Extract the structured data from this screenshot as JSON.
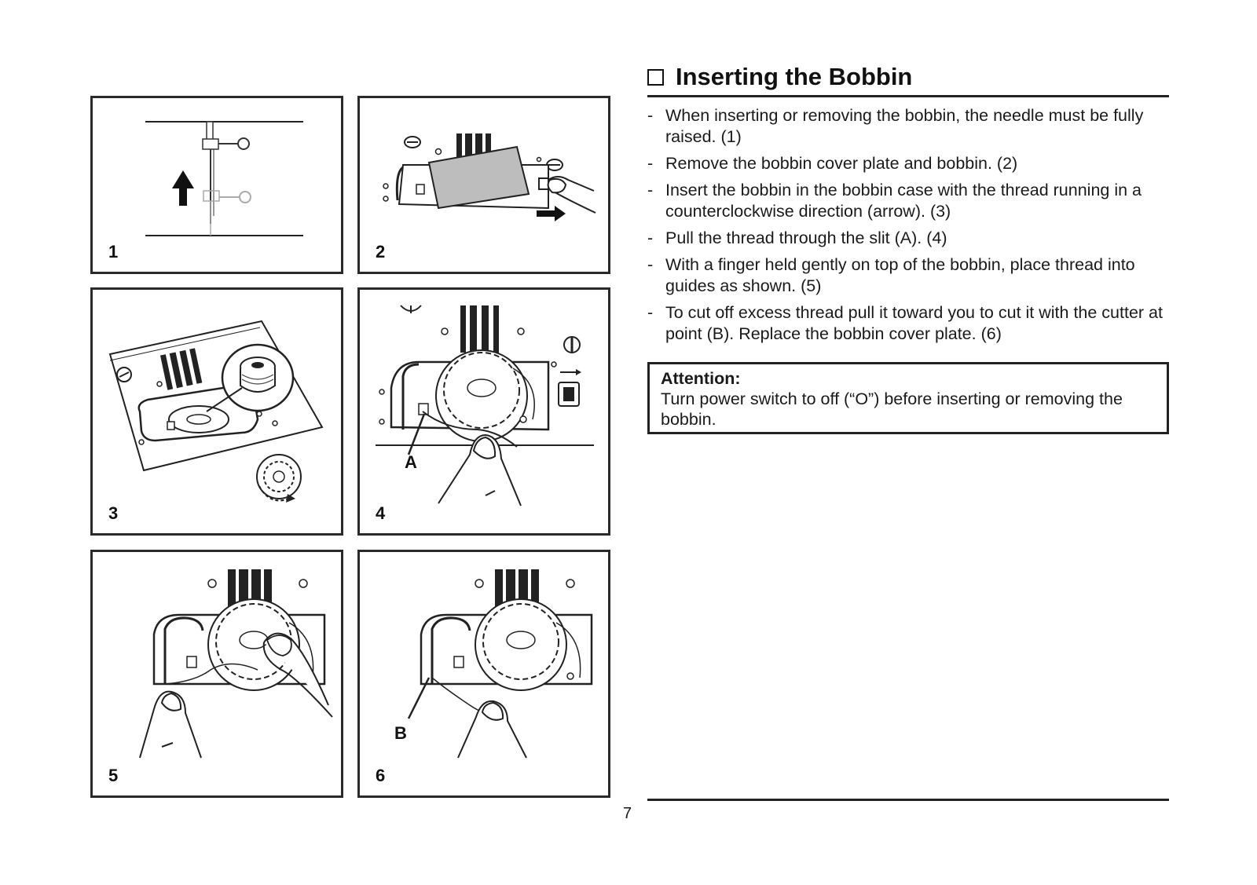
{
  "heading": {
    "title": "Inserting the Bobbin"
  },
  "instructions": [
    "When inserting or removing the bobbin, the needle must be fully raised. (1)",
    "Remove the bobbin cover plate and bobbin. (2)",
    "Insert the bobbin in the bobbin case with the thread running in a counterclockwise direction (arrow). (3)",
    "Pull the thread through the slit (A). (4)",
    "With a finger held gently on top of the bobbin, place thread into guides as shown. (5)",
    "To cut off excess thread pull it toward you to cut it with the cutter at point (B). Replace the bobbin cover plate. (6)"
  ],
  "attention": {
    "title": "Attention:",
    "text": "Turn power switch to off (“O”) before inserting or removing the bobbin."
  },
  "figures": {
    "panel1": {
      "number": "1"
    },
    "panel2": {
      "number": "2"
    },
    "panel3": {
      "number": "3"
    },
    "panel4": {
      "number": "4",
      "callout": "A"
    },
    "panel5": {
      "number": "5"
    },
    "panel6": {
      "number": "6",
      "callout": "B"
    }
  },
  "page_number": "7"
}
